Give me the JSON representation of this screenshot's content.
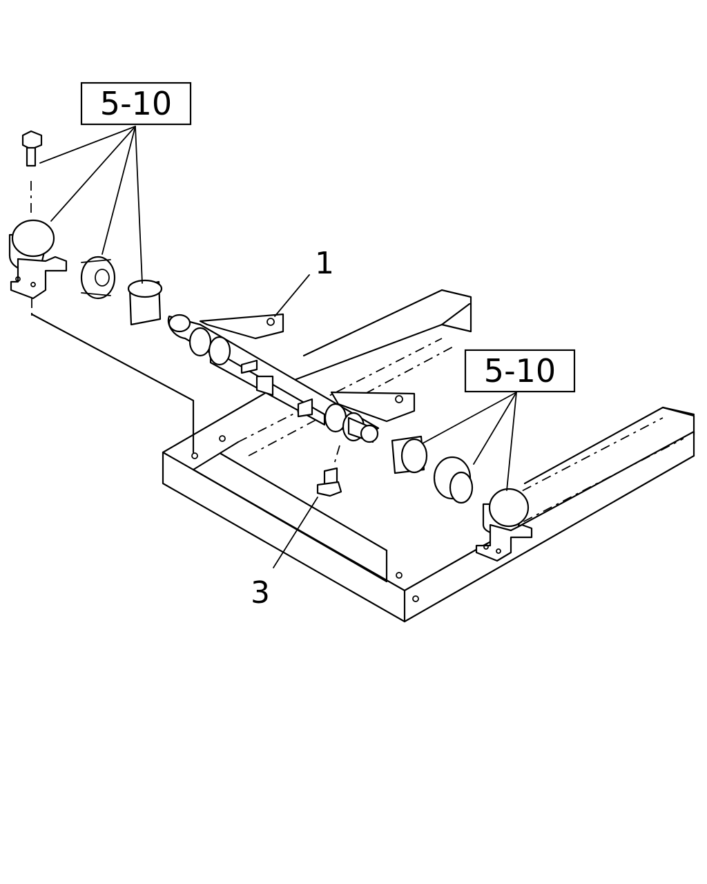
{
  "references": {
    "ref_top_left": "5-10",
    "ref_right": "5-10"
  },
  "callouts": {
    "part_1": "1",
    "part_3": "3"
  }
}
